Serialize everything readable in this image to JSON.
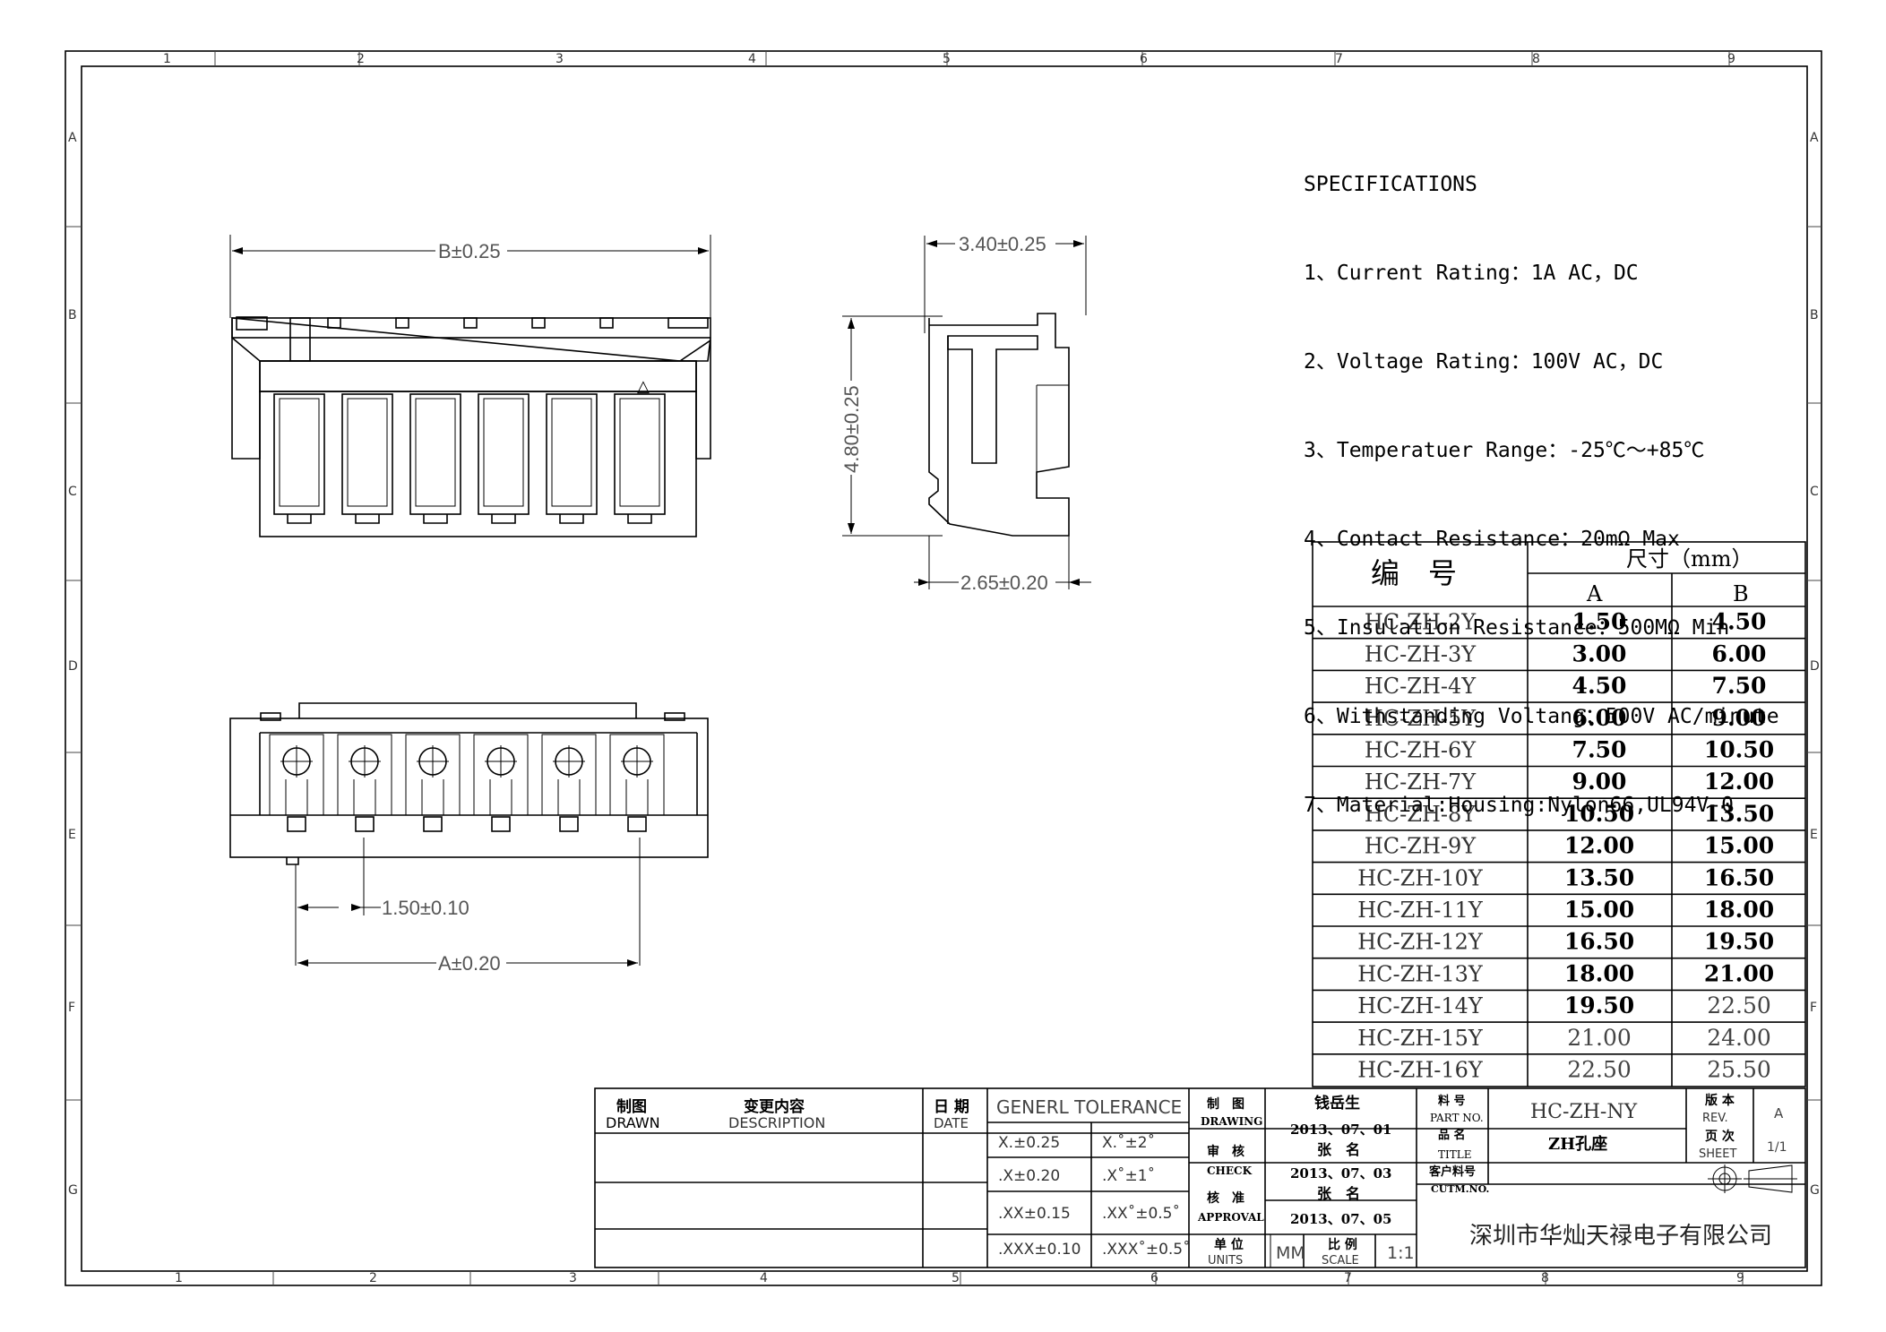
{
  "specifications": {
    "heading": "SPECIFICATIONS",
    "items": [
      "1、Current Rating：1A AC，DC",
      "2、Voltage Rating：100V AC，DC",
      "3、Temperatuer Range：-25℃～+85℃",
      "4、Contact Resistance：20mΩ Max",
      "5、Insulation Resistance：500MΩ Min",
      "6、Withstanding Voltang：500V AC/minute",
      "7、Material:Housing:Nylon66,UL94V-0"
    ]
  },
  "frame": {
    "columns": [
      "1",
      "2",
      "3",
      "4",
      "5",
      "6",
      "7",
      "8",
      "9"
    ],
    "rows": [
      "A",
      "B",
      "C",
      "D",
      "E",
      "F",
      "G"
    ]
  },
  "dimensions": {
    "b": "B±0.25",
    "w340": "3.40±0.25",
    "h480": "4.80±0.25",
    "w265": "2.65±0.20",
    "pitch": "1.50±0.10",
    "a": "A±0.20"
  },
  "size_table": {
    "header_model": "编　号",
    "header_size": "尺寸（mm）",
    "header_a": "A",
    "header_b": "B",
    "rows": [
      {
        "model": "HC-ZH-2Y",
        "a": "1.50",
        "b": "4.50"
      },
      {
        "model": "HC-ZH-3Y",
        "a": "3.00",
        "b": "6.00"
      },
      {
        "model": "HC-ZH-4Y",
        "a": "4.50",
        "b": "7.50"
      },
      {
        "model": "HC-ZH-5Y",
        "a": "6.00",
        "b": "9.00"
      },
      {
        "model": "HC-ZH-6Y",
        "a": "7.50",
        "b": "10.50"
      },
      {
        "model": "HC-ZH-7Y",
        "a": "9.00",
        "b": "12.00"
      },
      {
        "model": "HC-ZH-8Y",
        "a": "10.50",
        "b": "13.50"
      },
      {
        "model": "HC-ZH-9Y",
        "a": "12.00",
        "b": "15.00"
      },
      {
        "model": "HC-ZH-10Y",
        "a": "13.50",
        "b": "16.50"
      },
      {
        "model": "HC-ZH-11Y",
        "a": "15.00",
        "b": "18.00"
      },
      {
        "model": "HC-ZH-12Y",
        "a": "16.50",
        "b": "19.50"
      },
      {
        "model": "HC-ZH-13Y",
        "a": "18.00",
        "b": "21.00"
      },
      {
        "model": "HC-ZH-14Y",
        "a": "19.50",
        "b": "22.50"
      },
      {
        "model": "HC-ZH-15Y",
        "a": "21.00",
        "b": "24.00"
      },
      {
        "model": "HC-ZH-16Y",
        "a": "22.50",
        "b": "25.50"
      }
    ]
  },
  "title_block": {
    "rev_zh": "制图",
    "rev_en": "DRAWN",
    "desc_zh": "变更内容",
    "desc_en": "DESCRIPTION",
    "date_zh": "日 期",
    "date_en": "DATE",
    "tolerance_title": "GENERL TOLERANCE",
    "tolerances": [
      {
        "linear": "X.±0.25",
        "angular": "X.˚±2˚"
      },
      {
        "linear": ".X±0.20",
        "angular": ".X˚±1˚"
      },
      {
        "linear": ".XX±0.15",
        "angular": ".XX˚±0.5˚"
      },
      {
        "linear": ".XXX±0.10",
        "angular": ".XXX˚±0.5˚"
      }
    ],
    "drawing_zh": "制　图",
    "drawing_en": "DRAWING",
    "drawing_name": "钱岳生",
    "drawing_date": "2013、07、01",
    "check_zh": "审　核",
    "check_en": "CHECK",
    "check_name": "张　名",
    "check_date": "2013、07、03",
    "approval_zh": "核　准",
    "approval_en": "APPROVAL",
    "approval_name": "张　名",
    "approval_date": "2013、07、05",
    "units_zh": "单 位",
    "units_en": "UNITS",
    "units_value": "MM",
    "scale_zh": "比 例",
    "scale_en": "SCALE",
    "scale_value": "1:1",
    "part_zh": "料 号",
    "part_en": "PART NO.",
    "part_value": "HC-ZH-NY",
    "title_zh": "品 名",
    "title_en": "TITLE",
    "title_value": "ZH孔座",
    "cust_zh": "客户料号",
    "cust_en": "CUTM.NO.",
    "revno_zh": "版 本",
    "revno_en": "REV.",
    "revno_value": "A",
    "sheet_zh": "页 次",
    "sheet_en": "SHEET",
    "sheet_value": "1/1",
    "company": "深圳市华灿天禄电子有限公司"
  }
}
